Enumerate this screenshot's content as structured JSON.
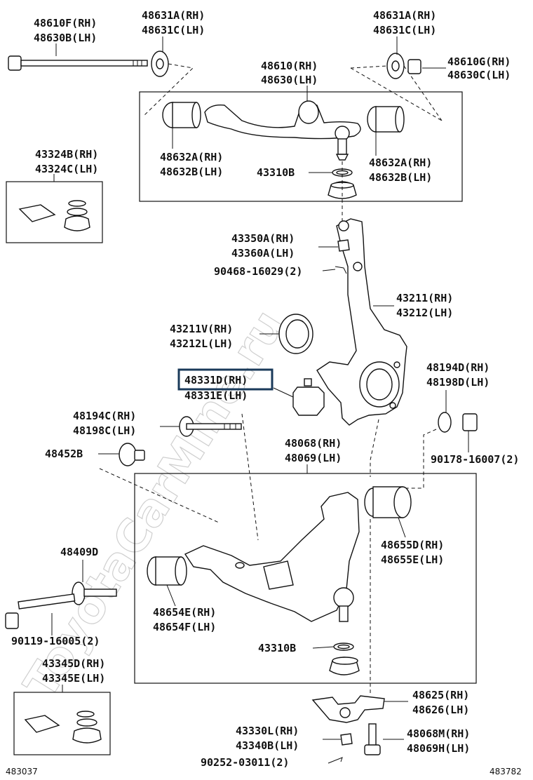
{
  "watermark": "ToyotaCarMine.ru",
  "highlight_color": "#1a3a5a",
  "corner_codes": {
    "bottom_left": "483037",
    "bottom_right": "483782"
  },
  "labels": {
    "upper_bolt": [
      "48610F(RH)",
      "48630B(LH)"
    ],
    "upper_cam_washer_left": [
      "48631A(RH)",
      "48631C(LH)"
    ],
    "upper_cam_washer_right": [
      "48631A(RH)",
      "48631C(LH)"
    ],
    "upper_nut": [
      "48610G(RH)",
      "48630C(LH)"
    ],
    "upper_arm": [
      "48610(RH)",
      "48630(LH)"
    ],
    "upper_bush_left": [
      "48632A(RH)",
      "48632B(LH)"
    ],
    "upper_bush_right": [
      "48632A(RH)",
      "48632B(LH)"
    ],
    "upper_boot": [
      "43310B"
    ],
    "boot_kit_upper": [
      "43324B(RH)",
      "43324C(LH)"
    ],
    "nut_upper_ball": [
      "43350A(RH)",
      "43360A(LH)"
    ],
    "cotter_pin_upper": [
      "90468-16029(2)"
    ],
    "knuckle": [
      "43211(RH)",
      "43212(LH)"
    ],
    "dust_deflector": [
      "43211V(RH)",
      "43212L(LH)"
    ],
    "bump_stopper": [
      "48331D(RH)",
      "48331E(LH)"
    ],
    "lower_cam_bolt_front": [
      "48194C(RH)",
      "48198C(LH)"
    ],
    "lower_cam_plate_rear": [
      "48194D(RH)",
      "48198D(LH)"
    ],
    "lower_cam_washer": [
      "48452B"
    ],
    "rear_nut": [
      "90178-16007(2)"
    ],
    "lower_arm": [
      "48068(RH)",
      "48069(LH)"
    ],
    "lower_bush_rear": [
      "48655D(RH)",
      "48655E(LH)"
    ],
    "lower_washer": [
      "48409D"
    ],
    "lower_bush_front": [
      "48654E(RH)",
      "48654F(LH)"
    ],
    "lower_bolt": [
      "90119-16005(2)"
    ],
    "lower_boot": [
      "43310B"
    ],
    "boot_kit_lower": [
      "43345D(RH)",
      "43345E(LH)"
    ],
    "lower_ball_joint": [
      "48625(RH)",
      "48626(LH)"
    ],
    "lower_nut": [
      "43330L(RH)",
      "43340B(LH)"
    ],
    "lower_bolt_rear": [
      "48068M(RH)",
      "48069H(LH)"
    ],
    "cotter_pin_lower": [
      "90252-03011(2)"
    ]
  }
}
